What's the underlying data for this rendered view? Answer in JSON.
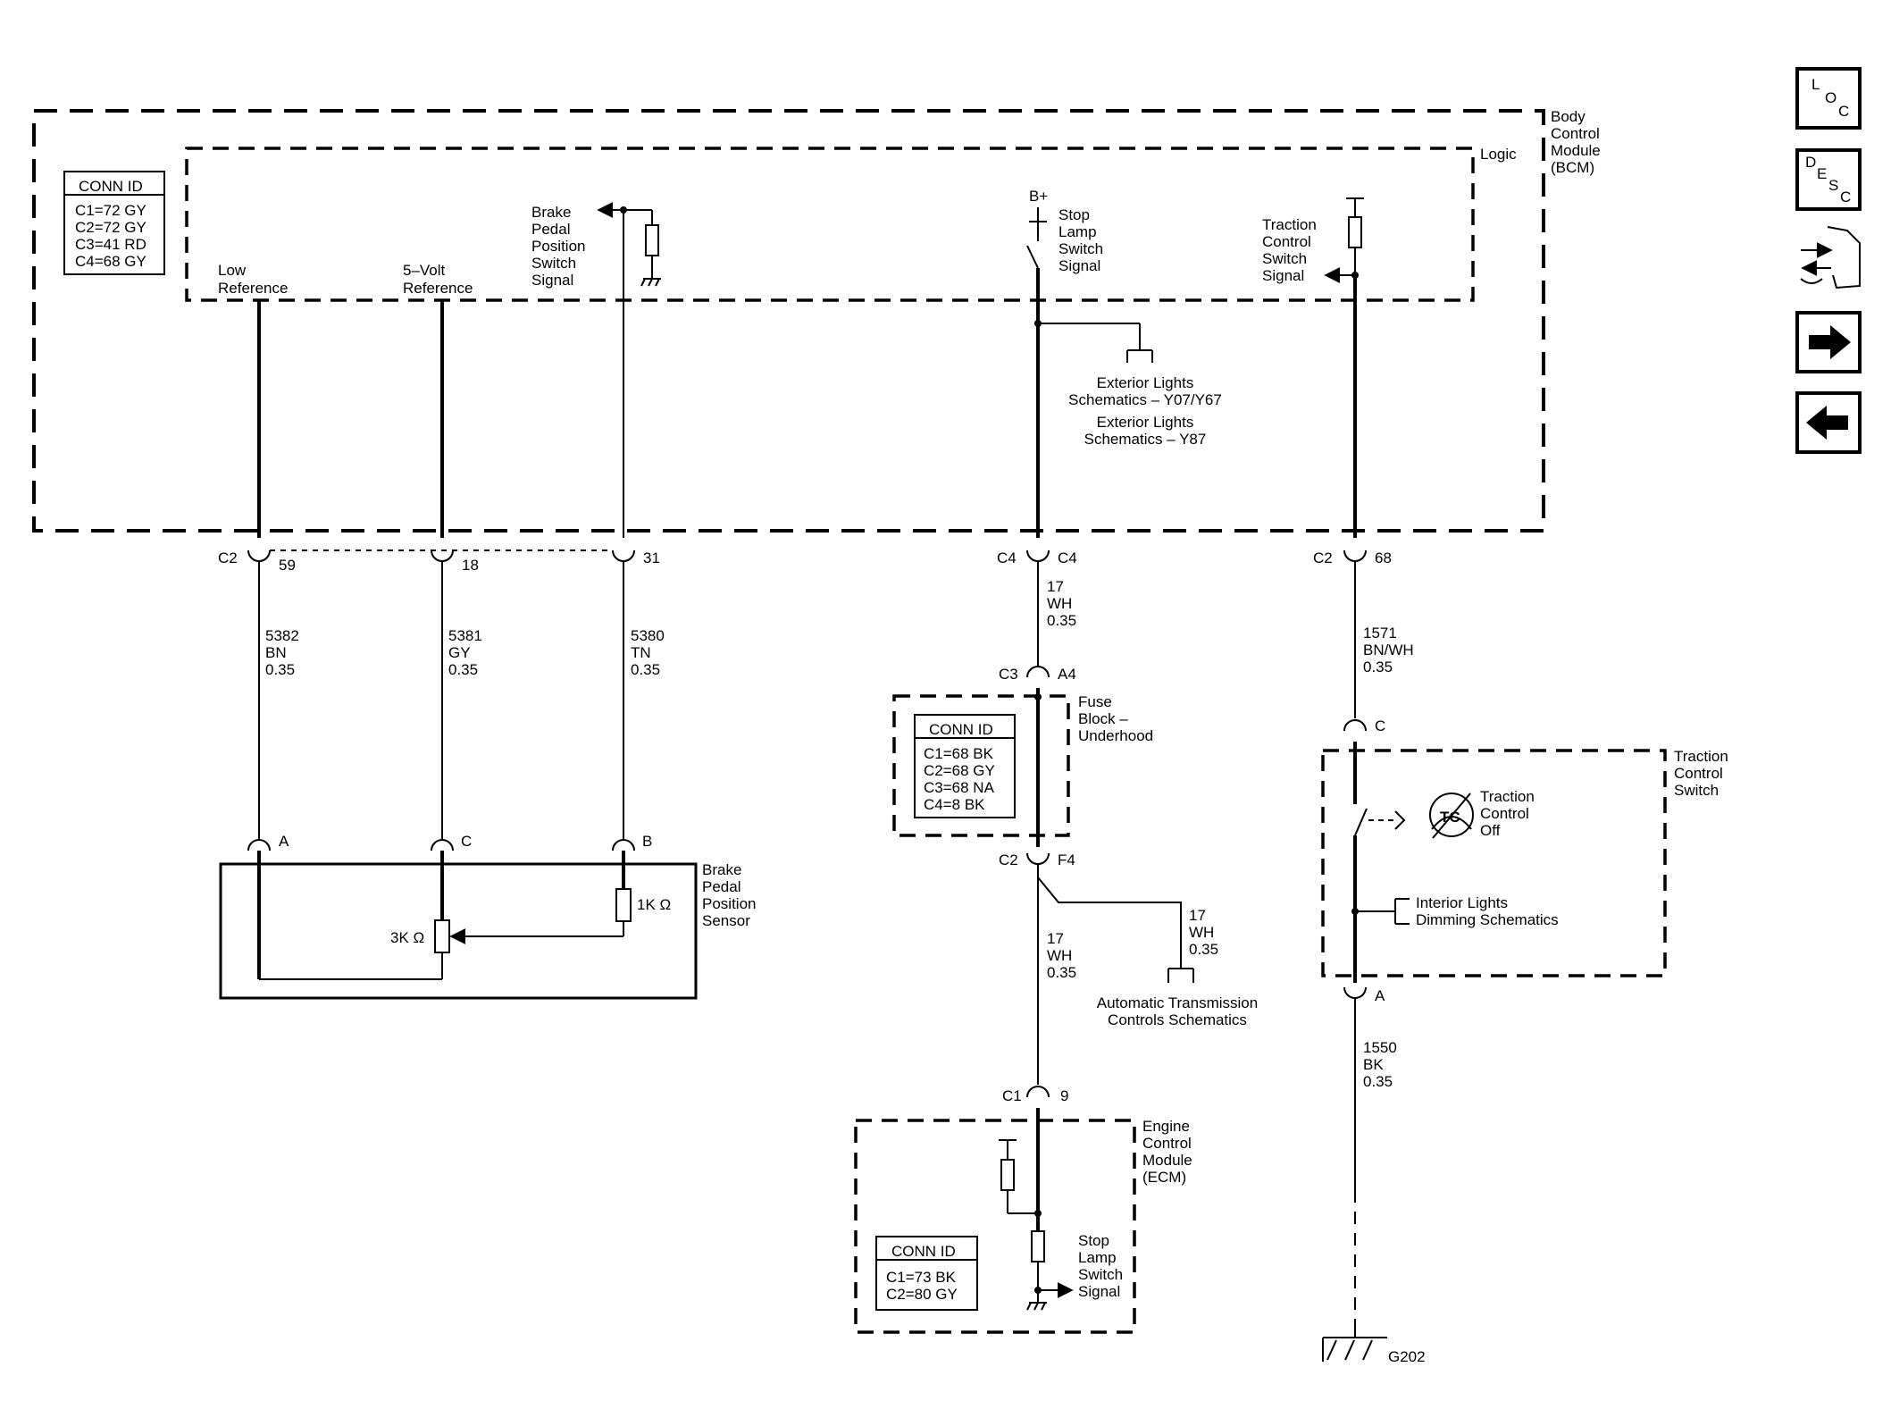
{
  "modules": {
    "bcm": [
      "Body",
      "Control",
      "Module",
      "(BCM)"
    ],
    "logic": "Logic",
    "fuse_block": [
      "Fuse",
      "Block –",
      "Underhood"
    ],
    "ecm": [
      "Engine",
      "Control",
      "Module",
      "(ECM)"
    ],
    "traction_switch": [
      "Traction",
      "Control",
      "Switch"
    ],
    "bpp_sensor": [
      "Brake",
      "Pedal",
      "Position",
      "Sensor"
    ]
  },
  "conn_tables": {
    "bcm": {
      "title": "CONN ID",
      "rows": [
        "C1=72 GY",
        "C2=72 GY",
        "C3=41 RD",
        "C4=68 GY"
      ]
    },
    "fuse": {
      "title": "CONN ID",
      "rows": [
        "C1=68 BK",
        "C2=68 GY",
        "C3=68 NA",
        "C4=8 BK"
      ]
    },
    "ecm": {
      "title": "CONN ID",
      "rows": [
        "C1=73 BK",
        "C2=80 GY"
      ]
    }
  },
  "signals": {
    "low_ref": [
      "Low",
      "Reference"
    ],
    "five_v": [
      "5–Volt",
      "Reference"
    ],
    "bpp_signal": [
      "Brake",
      "Pedal",
      "Position",
      "Switch",
      "Signal"
    ],
    "b_plus": "B+",
    "stop_lamp_bcm": [
      "Stop",
      "Lamp",
      "Switch",
      "Signal"
    ],
    "tc_signal": [
      "Traction",
      "Control",
      "Switch",
      "Signal"
    ],
    "ext_lights": [
      "Exterior Lights",
      "Schematics – Y07/Y67",
      "Exterior Lights",
      "Schematics – Y87"
    ],
    "auto_trans": [
      "Automatic Transmission",
      "Controls Schematics"
    ],
    "interior": [
      "Interior Lights",
      "Dimming Schematics"
    ],
    "tc_off": [
      "Traction",
      "Control",
      "Off"
    ],
    "tc_icon": "TC",
    "stop_lamp_ecm": [
      "Stop",
      "Lamp",
      "Switch",
      "Signal"
    ]
  },
  "connectors": {
    "c2_59": {
      "conn": "C2",
      "pin": "59"
    },
    "c2_18": {
      "pin": "18"
    },
    "c2_31": {
      "pin": "31"
    },
    "c4_c4": {
      "conn": "C4",
      "pin": "C4"
    },
    "c2_68": {
      "conn": "C2",
      "pin": "68"
    },
    "c3_a4": {
      "conn": "C3",
      "pin": "A4"
    },
    "c2_f4": {
      "conn": "C2",
      "pin": "F4"
    },
    "c1_9": {
      "conn": "C1",
      "pin": "9"
    },
    "sensor_a": "A",
    "sensor_c": "C",
    "sensor_b": "B",
    "tcs_c": "C",
    "tcs_a": "A"
  },
  "wires": {
    "w5382": [
      "5382",
      "BN",
      "0.35"
    ],
    "w5381": [
      "5381",
      "GY",
      "0.35"
    ],
    "w5380": [
      "5380",
      "TN",
      "0.35"
    ],
    "w17a": [
      "17",
      "WH",
      "0.35"
    ],
    "w17b": [
      "17",
      "WH",
      "0.35"
    ],
    "w17c": [
      "17",
      "WH",
      "0.35"
    ],
    "w1571": [
      "1571",
      "BN/WH",
      "0.35"
    ],
    "w1550": [
      "1550",
      "BK",
      "0.35"
    ]
  },
  "components": {
    "r_3k": "3K Ω",
    "r_1k": "1K Ω"
  },
  "ground": "G202",
  "nav": {
    "loc": [
      "L",
      "O",
      "C"
    ],
    "desc": [
      "D",
      "E",
      "S",
      "C"
    ]
  }
}
